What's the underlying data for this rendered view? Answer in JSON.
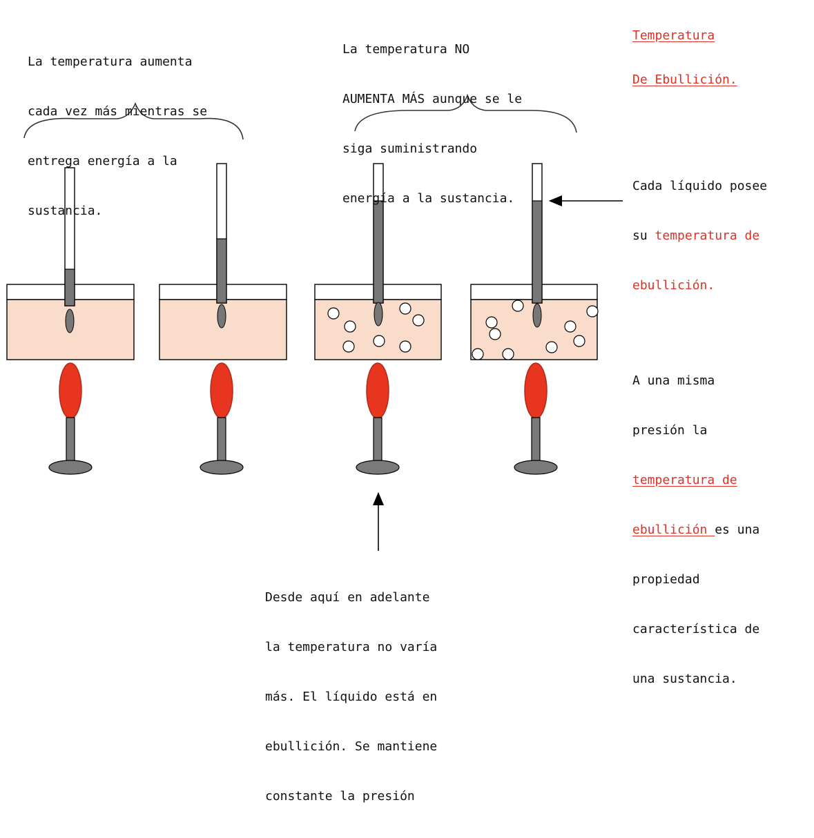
{
  "notes": {
    "left_top": [
      "La temperatura aumenta",
      "cada vez más mientras se",
      "entrega energía a la",
      "sustancia."
    ],
    "middle_top": [
      "La temperatura NO",
      "AUMENTA MÁS aunque se le",
      "siga suministrando",
      "energía a la sustancia."
    ],
    "bottom": [
      "Desde aquí en adelante",
      "la temperatura no varía",
      "más. El líquido está en",
      "ebullición. Se mantiene",
      "constante la presión"
    ]
  },
  "title": {
    "line1": "Temperatura",
    "line2": "De Ebullición."
  },
  "side": {
    "p1_prefix": "Cada líquido posee",
    "p1_su": "su ",
    "p1_red1": "temperatura de",
    "p1_red2": "ebullición.",
    "p2_l1": "A una misma",
    "p2_l2": "presión la",
    "p2_red1": "temperatura de",
    "p2_red2": "ebullición ",
    "p2_after": "es una",
    "p2_l5": "propiedad",
    "p2_l6": "característica de",
    "p2_l7": "una sustancia."
  },
  "colors": {
    "liquid": "#fadccb",
    "flame": "#e8351f",
    "flame_stroke": "#b02a18",
    "metal": "#7a7a7a",
    "accent_text": "#e03026"
  },
  "setups": [
    {
      "name": "setup-1-heating",
      "thermometer_level": 0.2,
      "bubbles": 0
    },
    {
      "name": "setup-2-heating",
      "thermometer_level": 0.48,
      "bubbles": 0
    },
    {
      "name": "setup-3-boiling",
      "thermometer_level": 0.78,
      "bubbles": 7
    },
    {
      "name": "setup-4-boiling",
      "thermometer_level": 0.78,
      "bubbles": 9
    }
  ]
}
